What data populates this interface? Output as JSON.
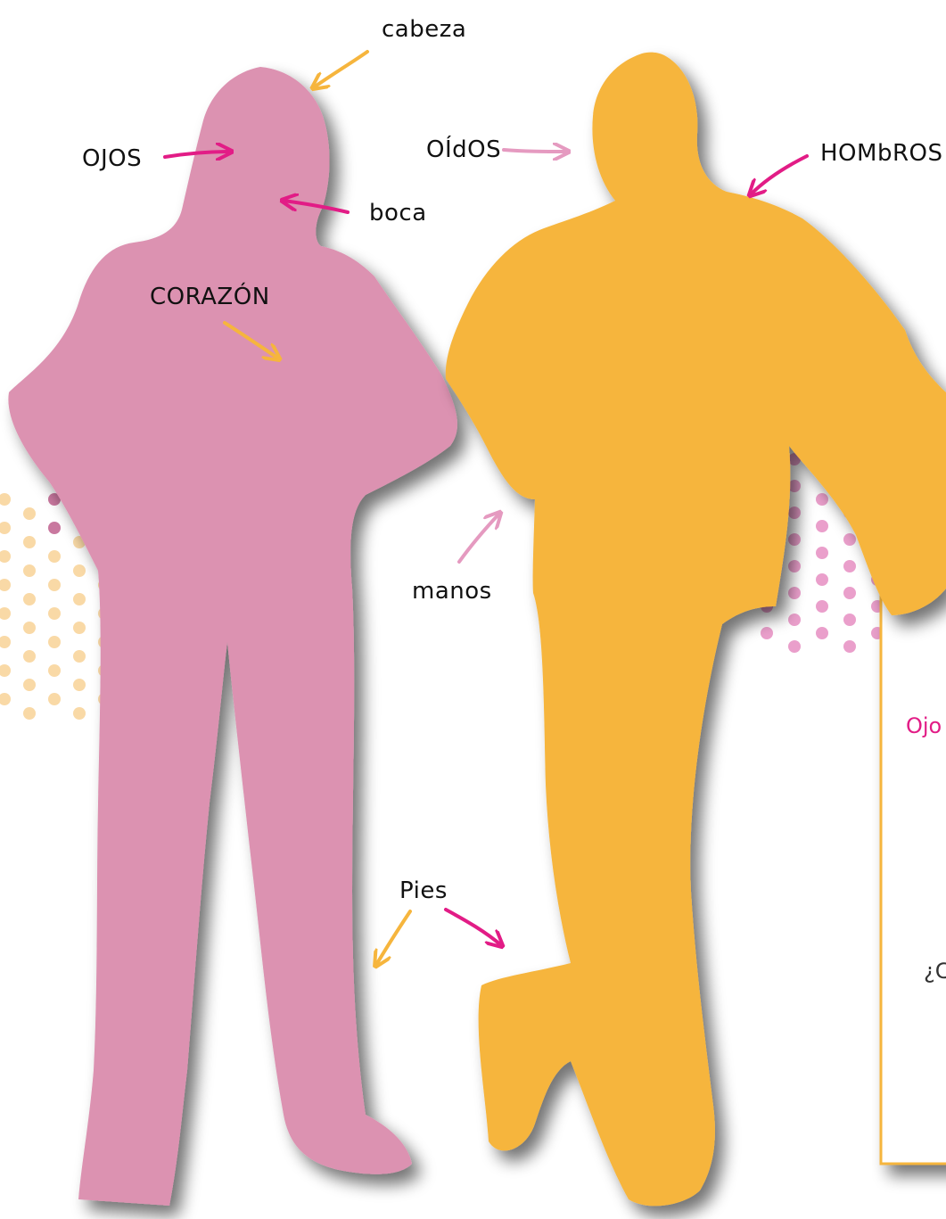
{
  "colors": {
    "pink_silhouette": "#DC92B1",
    "orange_silhouette": "#F6B53D",
    "pink_arrow": "#E21C86",
    "light_pink_arrow": "#E59AC0",
    "orange_arrow": "#F6B53D",
    "dot_orange": "#F9D9A6",
    "dot_pink": "#EA9FCB",
    "dot_dark": "#C9789F",
    "shadow": "#9a9a9a"
  },
  "labels": {
    "cabeza": "cabeza",
    "ojos": "OJOS",
    "boca": "boca",
    "oidos": "OÍdOS",
    "hombros": "HOMbROS",
    "corazon": "CORAZÓN",
    "manos": "manos",
    "pies": "Pies"
  },
  "note_card": {
    "line1": "Ojo",
    "line2": "¿C"
  }
}
